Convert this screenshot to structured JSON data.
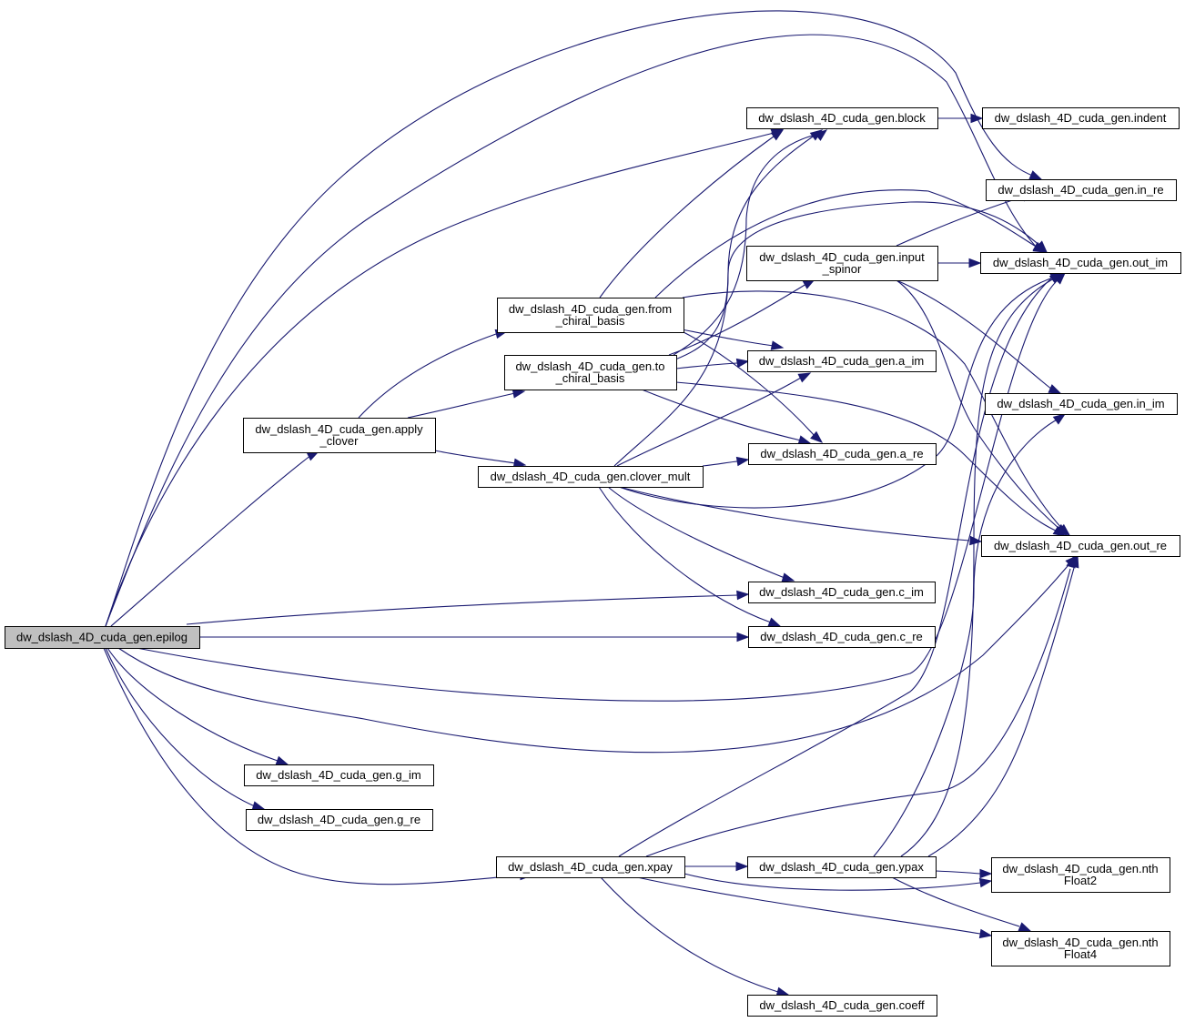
{
  "diagram": {
    "type": "call-graph",
    "colors": {
      "edge": "#191970",
      "root_fill": "#bfbfbf",
      "node_fill": "#ffffff",
      "border": "#000000"
    },
    "nodes": [
      {
        "id": "epilog",
        "lines": [
          "dw_dslash_4D_cuda_gen.epilog"
        ],
        "root": true
      },
      {
        "id": "apply",
        "lines": [
          "dw_dslash_4D_cuda_gen.apply",
          "_clover"
        ]
      },
      {
        "id": "from",
        "lines": [
          "dw_dslash_4D_cuda_gen.from",
          "_chiral_basis"
        ]
      },
      {
        "id": "to",
        "lines": [
          "dw_dslash_4D_cuda_gen.to",
          "_chiral_basis"
        ]
      },
      {
        "id": "clover",
        "lines": [
          "dw_dslash_4D_cuda_gen.clover_mult"
        ]
      },
      {
        "id": "g_im",
        "lines": [
          "dw_dslash_4D_cuda_gen.g_im"
        ]
      },
      {
        "id": "g_re",
        "lines": [
          "dw_dslash_4D_cuda_gen.g_re"
        ]
      },
      {
        "id": "xpay",
        "lines": [
          "dw_dslash_4D_cuda_gen.xpay"
        ]
      },
      {
        "id": "block",
        "lines": [
          "dw_dslash_4D_cuda_gen.block"
        ]
      },
      {
        "id": "input",
        "lines": [
          "dw_dslash_4D_cuda_gen.input",
          "_spinor"
        ]
      },
      {
        "id": "a_im",
        "lines": [
          "dw_dslash_4D_cuda_gen.a_im"
        ]
      },
      {
        "id": "a_re",
        "lines": [
          "dw_dslash_4D_cuda_gen.a_re"
        ]
      },
      {
        "id": "c_im",
        "lines": [
          "dw_dslash_4D_cuda_gen.c_im"
        ]
      },
      {
        "id": "c_re",
        "lines": [
          "dw_dslash_4D_cuda_gen.c_re"
        ]
      },
      {
        "id": "ypax",
        "lines": [
          "dw_dslash_4D_cuda_gen.ypax"
        ]
      },
      {
        "id": "coeff",
        "lines": [
          "dw_dslash_4D_cuda_gen.coeff"
        ]
      },
      {
        "id": "indent",
        "lines": [
          "dw_dslash_4D_cuda_gen.indent"
        ]
      },
      {
        "id": "in_re",
        "lines": [
          "dw_dslash_4D_cuda_gen.in_re"
        ]
      },
      {
        "id": "out_im",
        "lines": [
          "dw_dslash_4D_cuda_gen.out_im"
        ]
      },
      {
        "id": "in_im",
        "lines": [
          "dw_dslash_4D_cuda_gen.in_im"
        ]
      },
      {
        "id": "out_re",
        "lines": [
          "dw_dslash_4D_cuda_gen.out_re"
        ]
      },
      {
        "id": "nthF2",
        "lines": [
          "dw_dslash_4D_cuda_gen.nth",
          "Float2"
        ]
      },
      {
        "id": "nthF4",
        "lines": [
          "dw_dslash_4D_cuda_gen.nth",
          "Float4"
        ]
      }
    ],
    "edges": [
      {
        "from": "epilog",
        "to": "in_re"
      },
      {
        "from": "epilog",
        "to": "out_im"
      },
      {
        "from": "epilog",
        "to": "block"
      },
      {
        "from": "epilog",
        "to": "apply"
      },
      {
        "from": "epilog",
        "to": "c_im"
      },
      {
        "from": "epilog",
        "to": "c_re"
      },
      {
        "from": "epilog",
        "to": "out_im"
      },
      {
        "from": "epilog",
        "to": "out_re"
      },
      {
        "from": "epilog",
        "to": "g_im"
      },
      {
        "from": "epilog",
        "to": "g_re"
      },
      {
        "from": "epilog",
        "to": "xpay"
      },
      {
        "from": "apply",
        "to": "from"
      },
      {
        "from": "apply",
        "to": "to"
      },
      {
        "from": "apply",
        "to": "clover"
      },
      {
        "from": "from",
        "to": "block"
      },
      {
        "from": "from",
        "to": "out_im"
      },
      {
        "from": "from",
        "to": "out_re"
      },
      {
        "from": "from",
        "to": "a_im"
      },
      {
        "from": "from",
        "to": "a_re"
      },
      {
        "from": "to",
        "to": "block"
      },
      {
        "from": "to",
        "to": "input"
      },
      {
        "from": "to",
        "to": "out_im"
      },
      {
        "from": "to",
        "to": "a_im"
      },
      {
        "from": "to",
        "to": "a_re"
      },
      {
        "from": "to",
        "to": "out_re"
      },
      {
        "from": "clover",
        "to": "block"
      },
      {
        "from": "clover",
        "to": "a_im"
      },
      {
        "from": "clover",
        "to": "a_re"
      },
      {
        "from": "clover",
        "to": "out_im"
      },
      {
        "from": "clover",
        "to": "out_re"
      },
      {
        "from": "clover",
        "to": "c_im"
      },
      {
        "from": "clover",
        "to": "c_re"
      },
      {
        "from": "block",
        "to": "indent"
      },
      {
        "from": "input",
        "to": "in_re"
      },
      {
        "from": "input",
        "to": "out_im"
      },
      {
        "from": "input",
        "to": "in_im"
      },
      {
        "from": "input",
        "to": "out_re"
      },
      {
        "from": "xpay",
        "to": "ypax"
      },
      {
        "from": "xpay",
        "to": "out_im"
      },
      {
        "from": "xpay",
        "to": "out_re"
      },
      {
        "from": "xpay",
        "to": "nthF2"
      },
      {
        "from": "xpay",
        "to": "nthF4"
      },
      {
        "from": "xpay",
        "to": "coeff"
      },
      {
        "from": "ypax",
        "to": "nthF2"
      },
      {
        "from": "ypax",
        "to": "nthF4"
      },
      {
        "from": "ypax",
        "to": "in_im"
      },
      {
        "from": "ypax",
        "to": "out_im"
      },
      {
        "from": "ypax",
        "to": "out_re"
      }
    ]
  }
}
